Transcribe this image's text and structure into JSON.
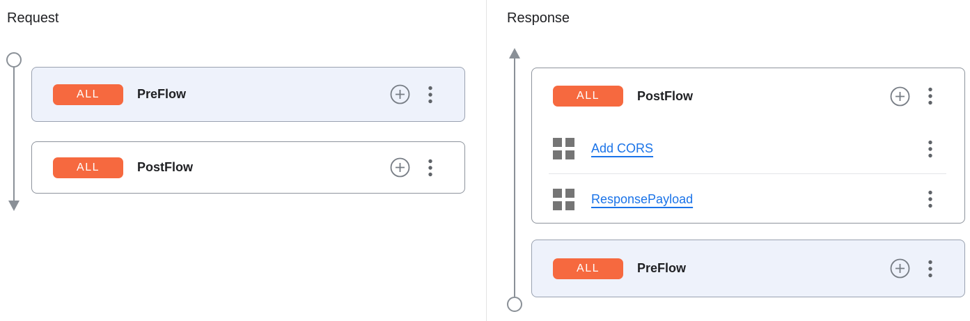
{
  "request_panel": {
    "title": "Request",
    "cards": [
      {
        "badge": "ALL",
        "label": "PreFlow",
        "selected": true
      },
      {
        "badge": "ALL",
        "label": "PostFlow",
        "selected": false
      }
    ]
  },
  "response_panel": {
    "title": "Response",
    "cards": [
      {
        "badge": "ALL",
        "label": "PostFlow",
        "selected": false,
        "policies": [
          {
            "name": "Add CORS"
          },
          {
            "name": "ResponsePayload"
          }
        ]
      },
      {
        "badge": "ALL",
        "label": "PreFlow",
        "selected": true
      }
    ]
  },
  "icons": {
    "add_policy": "plus-circle-icon",
    "more_options": "kebab-menu-icon",
    "policy": "policy-grid-icon"
  },
  "colors": {
    "badge_bg": "#f6693f",
    "selected_card_bg": "#eef2fb",
    "link_blue": "#1a73e8",
    "card_border": "#8d939c",
    "timeline_gray": "#8a9097",
    "text_dark": "#202124"
  }
}
